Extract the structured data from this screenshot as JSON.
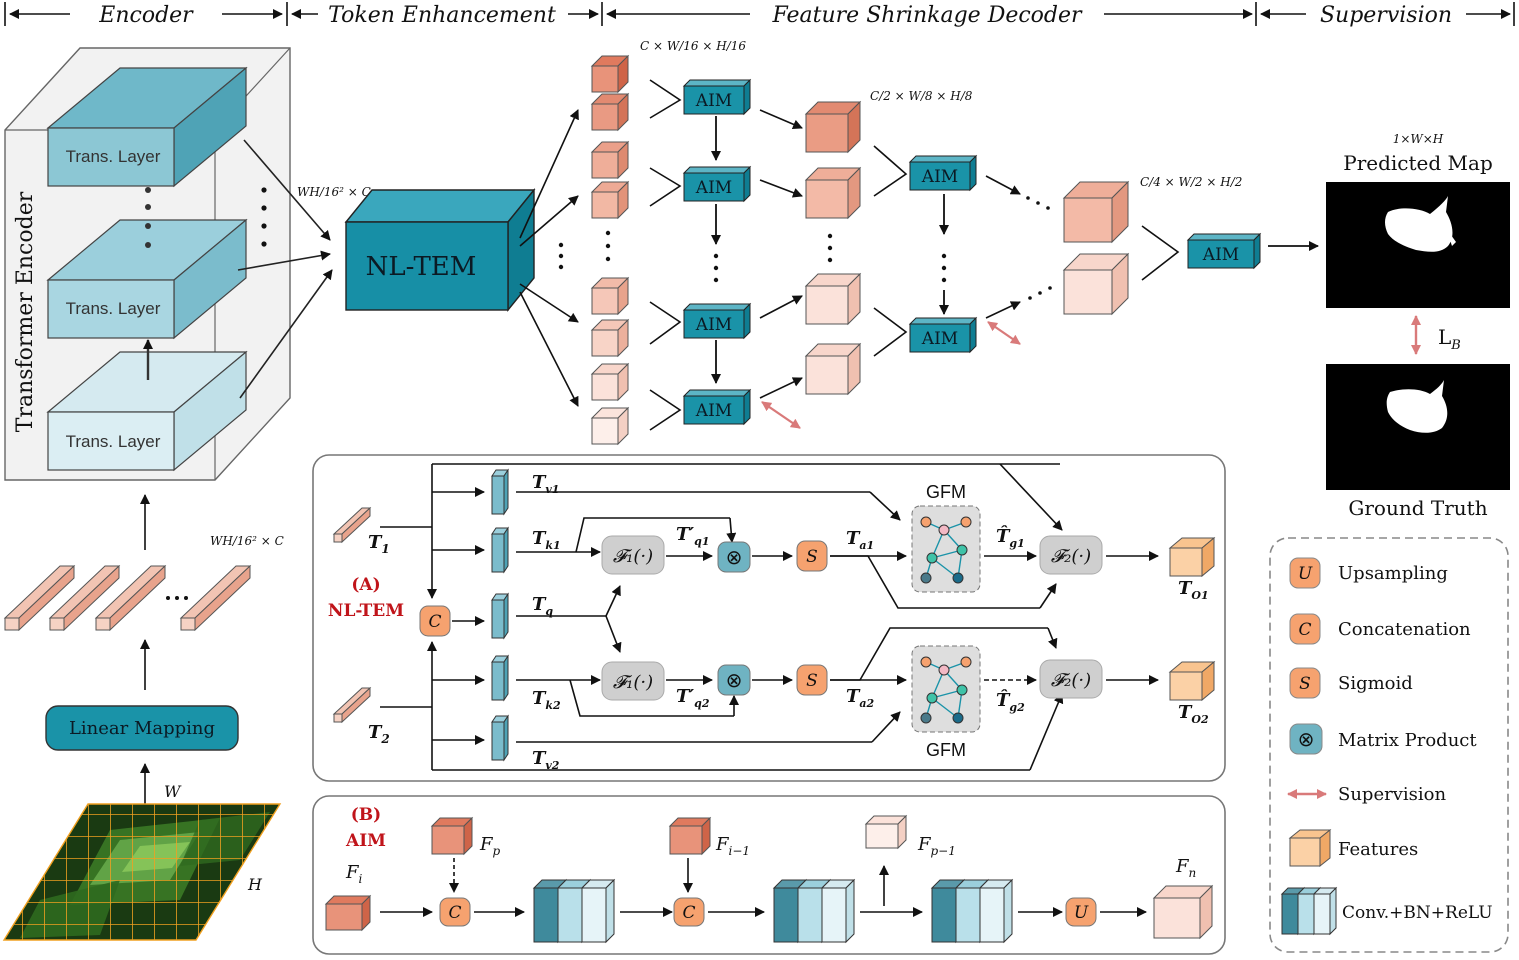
{
  "stages": {
    "encoder": "Encoder",
    "token_enhancement": "Token Enhancement",
    "decoder": "Feature Shrinkage Decoder",
    "supervision": "Supervision"
  },
  "encoder": {
    "side_label": "Transformer Encoder",
    "layer_label": "Trans. Layer",
    "linear_mapping": "Linear Mapping",
    "patch_dim": "WH/16² × C",
    "token_dim": "WH/16² × C",
    "img_w": "W",
    "img_h": "H"
  },
  "nl_tem": {
    "label": "NL-TEM"
  },
  "decoder": {
    "aim_label": "AIM",
    "dim1": "C × W/16 × H/16",
    "dim2": "C/2 × W/8 × H/8",
    "dim3": "C/4 × W/2 × H/2"
  },
  "supervision": {
    "pred_dim": "1×W×H",
    "predicted_map": "Predicted Map",
    "loss": "L",
    "loss_sub": "B",
    "ground_truth": "Ground Truth"
  },
  "panel_a": {
    "title_a": "(A)",
    "title_b": "NL-TEM",
    "T1": "T",
    "T1_sub": "1",
    "T2": "T",
    "T2_sub": "2",
    "tv1": "T",
    "tv1_sub": "v1",
    "tk1": "T",
    "tk1_sub": "k1",
    "tq": "T",
    "tq_sub": "q",
    "tk2": "T",
    "tk2_sub": "k2",
    "tv2": "T",
    "tv2_sub": "v2",
    "tq1": "T′",
    "tq1_sub": "q1",
    "tq2": "T′",
    "tq2_sub": "q2",
    "ta1": "T",
    "ta1_sub": "a1",
    "ta2": "T",
    "ta2_sub": "a2",
    "tg1": "T̂",
    "tg1_sub": "g1",
    "tg2": "T̂",
    "tg2_sub": "g2",
    "to1": "T",
    "to1_sub": "O1",
    "to2": "T",
    "to2_sub": "O2",
    "f1": "𝓕₁(·)",
    "f2": "𝓕₂(·)",
    "gfm": "GFM",
    "c": "C",
    "s": "S",
    "mp": "⊗"
  },
  "panel_b": {
    "title_a": "(B)",
    "title_b": "AIM",
    "fi": "F",
    "fi_sub": "i",
    "fp": "F",
    "fp_sub": "p",
    "fim1": "F",
    "fim1_sub": "i−1",
    "fpm1": "F",
    "fpm1_sub": "p−1",
    "fn": "F",
    "fn_sub": "n",
    "c": "C",
    "u": "U"
  },
  "legend": {
    "items": [
      {
        "symbol": "U",
        "label": "Upsampling"
      },
      {
        "symbol": "C",
        "label": "Concatenation"
      },
      {
        "symbol": "S",
        "label": "Sigmoid"
      },
      {
        "symbol": "⊗",
        "label": "Matrix Product"
      },
      {
        "symbol": "↔",
        "label": "Supervision"
      },
      {
        "symbol": "cube",
        "label": "Features"
      },
      {
        "symbol": "conv",
        "label": "Conv.+BN+ReLU"
      }
    ]
  },
  "colors": {
    "aim_fill": "#1a93a8",
    "nltem_front": "#178fa6",
    "feature_dark": "#e8937a",
    "feature_light": "#fbe2da",
    "op_orange": "#f6a26f",
    "gray_op": "#cfcfcf",
    "mp_fill": "#6fb3c2",
    "sup_arrow": "#d97a7a"
  }
}
